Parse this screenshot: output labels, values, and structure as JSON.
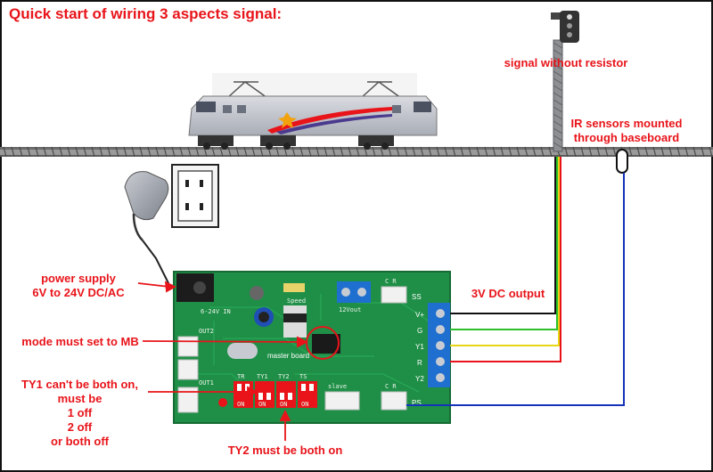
{
  "title": "Quick start of wiring 3 aspects signal:",
  "labels": {
    "signal": "signal without resistor",
    "ir_sensors": [
      "IR sensors mounted",
      "through baseboard"
    ],
    "power_supply": [
      "power supply",
      "6V to 24V DC/AC"
    ],
    "output": "3V DC output",
    "mode": "mode must set to MB",
    "ty1": [
      "TY1 can't be both on,",
      "must be",
      "1 off",
      "2 off",
      "or both off"
    ],
    "ty2": "TY2 must be both on"
  },
  "board": {
    "name": "master board",
    "speed": "Speed",
    "twelve_vout": "12Vout",
    "ss": "SS",
    "ps": "PS",
    "slave": "slave",
    "cr_top": "C R",
    "cr_bottom": "C R",
    "out1": "OUT1",
    "out2": "OUT2",
    "input": "6-24V IN",
    "terminals": [
      "V+",
      "G",
      "Y1",
      "R",
      "Y2"
    ],
    "dip_groups": [
      "TR",
      "TY1",
      "TY2",
      "TS"
    ],
    "dip_on": [
      "ON",
      "ON",
      "ON",
      "ON"
    ]
  },
  "colors": {
    "label": "#e8141a",
    "pcb": "#1f8f47",
    "terminal_block": "#1e6fd0",
    "wire_black": "#111111",
    "wire_green": "#2dbf2a",
    "wire_yellow": "#e6d615",
    "wire_red": "#e8141a",
    "wire_blue": "#1433b8"
  }
}
